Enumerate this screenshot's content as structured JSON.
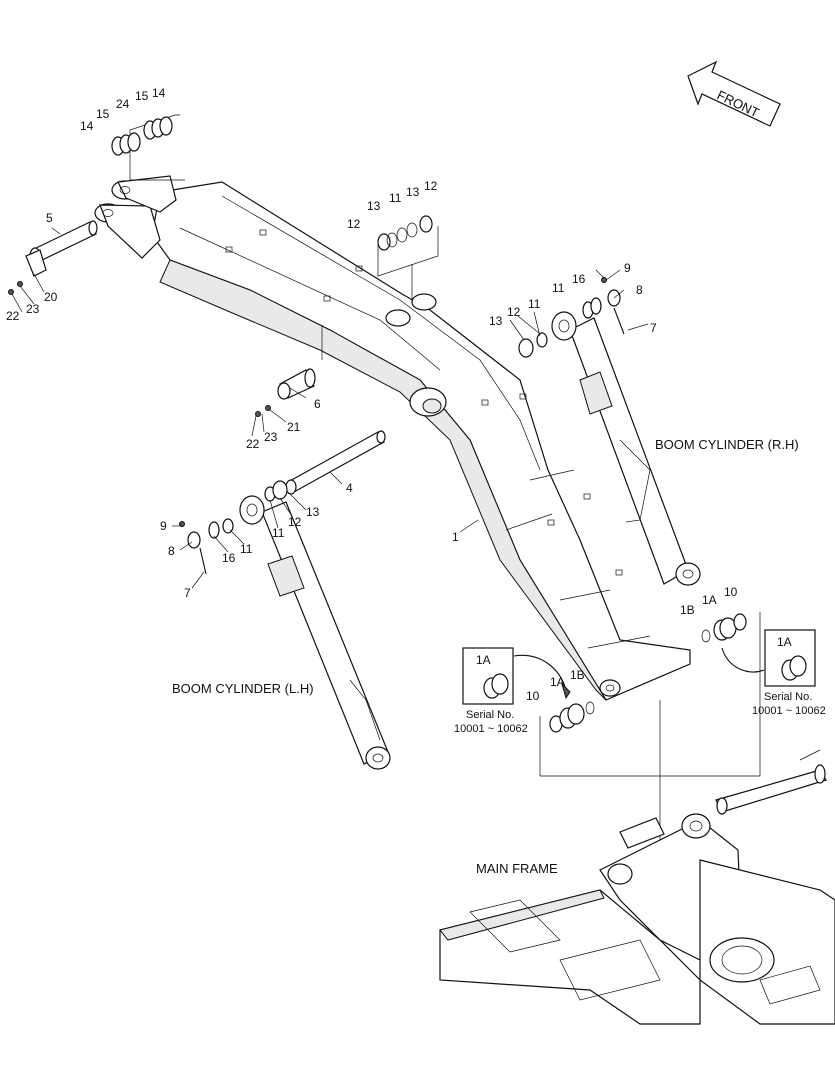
{
  "front_label": "FRONT",
  "captions": {
    "boom_cylinder_rh": "BOOM CYLINDER (R.H)",
    "boom_cylinder_lh": "BOOM CYLINDER (L.H)",
    "main_frame": "MAIN FRAME"
  },
  "insets": [
    {
      "part": "1A",
      "line1": "Serial No.",
      "line2": "10001 ~ 10062"
    },
    {
      "part": "1A",
      "line1": "Serial No.",
      "line2": "10001 ~ 10062"
    }
  ],
  "callouts": {
    "c14a": "14",
    "c15a": "15",
    "c24": "24",
    "c15b": "15",
    "c14b": "14",
    "c5": "5",
    "c22a": "22",
    "c23a": "23",
    "c20": "20",
    "c12a": "12",
    "c13a": "13",
    "c11a": "11",
    "c13b": "13",
    "c12b": "12",
    "c9r": "9",
    "c16r": "16",
    "c11r": "11",
    "c8r": "8",
    "c7r": "7",
    "c13c": "13",
    "c12c": "12",
    "c11c": "11",
    "c6": "6",
    "c21": "21",
    "c22b": "22",
    "c23b": "23",
    "c4": "4",
    "c1": "1",
    "c12d": "12",
    "c13d": "13",
    "c11d": "11",
    "c11e": "11",
    "c9l": "9",
    "c8l": "8",
    "c16l": "16",
    "c7l": "7",
    "c1b_r": "1B",
    "c1a_r": "1A",
    "c10_r": "10",
    "c1a_l": "1A",
    "c1b_l": "1B",
    "c10_l": "10"
  }
}
